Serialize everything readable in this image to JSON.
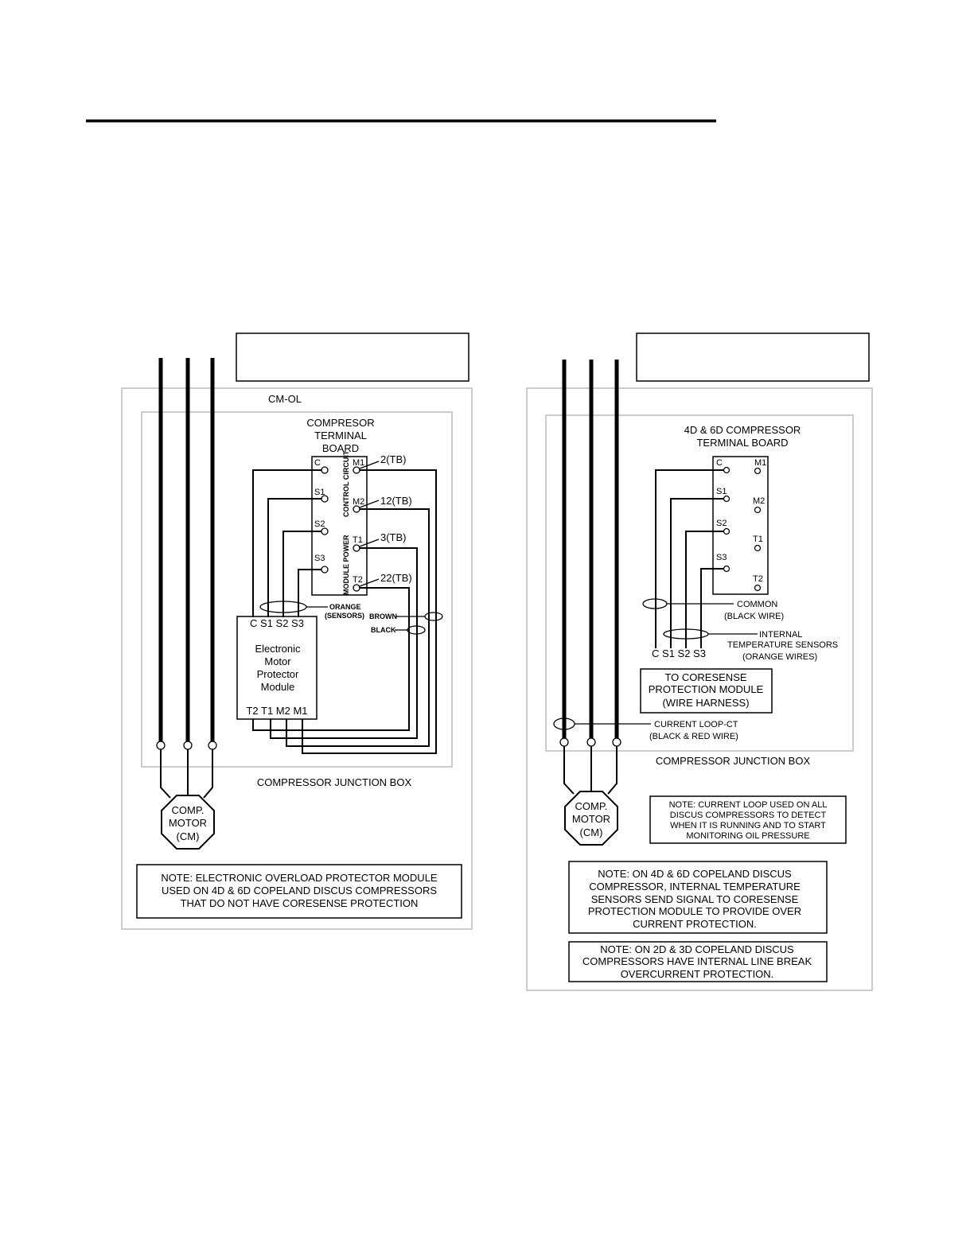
{
  "left": {
    "title": "CM-OL",
    "board_title": [
      "COMPRESOR",
      "TERMINAL",
      "BOARD"
    ],
    "board_left_terminals": [
      "C",
      "S1",
      "S2",
      "S3"
    ],
    "board_right_terminals": [
      "M1",
      "M2",
      "T1",
      "T2"
    ],
    "board_right_refs": [
      "2(TB)",
      "12(TB)",
      "3(TB)",
      "22(TB)"
    ],
    "vertical_labels": [
      "CONTROL CIRCUIT",
      "MODULE POWER"
    ],
    "wire_labels": {
      "orange": "ORANGE",
      "sensors": "(SENSORS)",
      "brown": "BROWN",
      "black": "BLACK"
    },
    "module_top_terminals": "C  S1  S2  S3",
    "module_name": [
      "Electronic",
      "Motor",
      "Protector",
      "Module"
    ],
    "module_bottom_terminals": "T2  T1  M2  M1",
    "junction_box_label": "COMPRESSOR JUNCTION BOX",
    "motor_label": [
      "COMP.",
      "MOTOR",
      "(CM)"
    ],
    "note": [
      "NOTE: ELECTRONIC OVERLOAD PROTECTOR MODULE",
      "USED ON 4D & 6D COPELAND DISCUS COMPRESSORS",
      "THAT DO NOT HAVE CORESENSE PROTECTION"
    ]
  },
  "right": {
    "board_title": [
      "4D & 6D COMPRESSOR",
      "TERMINAL BOARD"
    ],
    "board_left_terminals": [
      "C",
      "S1",
      "S2",
      "S3"
    ],
    "board_right_terminals": [
      "M1",
      "M2",
      "T1",
      "T2"
    ],
    "common_label": [
      "COMMON",
      "(BLACK WIRE)"
    ],
    "sensors_label": [
      "INTERNAL",
      "TEMPERATURE SENSORS",
      "(ORANGE WIRES)"
    ],
    "bottom_terminals": "C  S1  S2  S3",
    "coresense_box": [
      "TO CORESENSE",
      "PROTECTION MODULE",
      "(WIRE HARNESS)"
    ],
    "current_loop_label": [
      "CURRENT LOOP-CT",
      "(BLACK & RED WIRE)"
    ],
    "junction_box_label": "COMPRESSOR JUNCTION BOX",
    "motor_label": [
      "COMP.",
      "MOTOR",
      "(CM)"
    ],
    "note1": [
      "NOTE: CURRENT LOOP USED ON ALL",
      "DISCUS COMPRESSORS TO DETECT",
      "WHEN IT IS RUNNING AND TO START",
      "MONITORING OIL PRESSURE"
    ],
    "note2": [
      "NOTE: ON 4D & 6D COPELAND DISCUS",
      "COMPRESSOR, INTERNAL TEMPERATURE",
      "SENSORS SEND SIGNAL TO CORESENSE",
      "PROTECTION MODULE TO PROVIDE OVER",
      "CURRENT PROTECTION."
    ],
    "note3": [
      "NOTE: ON 2D & 3D COPELAND DISCUS",
      "COMPRESSORS HAVE INTERNAL LINE BREAK",
      "OVERCURRENT PROTECTION."
    ]
  }
}
